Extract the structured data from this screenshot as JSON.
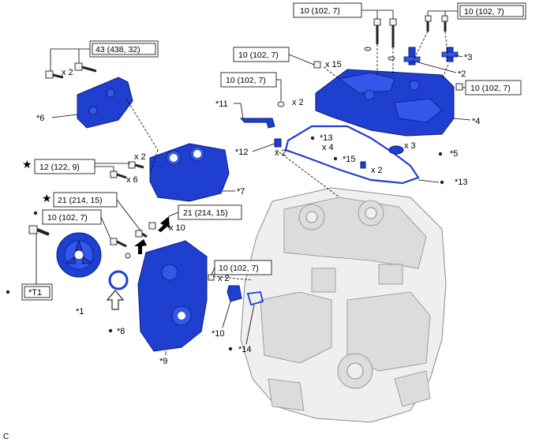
{
  "torque_specs": {
    "t1": "10 (102, 7)",
    "t2": "10 (102, 7)",
    "t3": "43 (438, 32)",
    "t4": "10 (102, 7)",
    "t5": "10 (102, 7)",
    "t6": "10 (102, 7)",
    "t7": "12 (122, 9)",
    "t8": "21 (214, 15)",
    "t9": "21 (214, 15)",
    "t10": "10 (102, 7)",
    "t11": "10 (102, 7)"
  },
  "part_labels": {
    "p1": "*1",
    "p2": "*2",
    "p3": "*3",
    "p4": "*4",
    "p5": "*5",
    "p6": "*6",
    "p7": "*7",
    "p8": "*8",
    "p9": "*9",
    "p10": "*10",
    "p11": "*11",
    "p12": "*12",
    "p13a": "*13",
    "p13b": "*13",
    "p14": "*14",
    "p15": "*15"
  },
  "quantities": {
    "q15": "x 15",
    "q2a": "x 2",
    "q2b": "x 2",
    "q2c": "x 2",
    "q6": "x 6",
    "q10": "x 10",
    "q2d": "x 2",
    "q3": "x 3",
    "q4": "x 4",
    "q2e": "x 2",
    "q2f": "x 2"
  },
  "tool_label": "*T1",
  "figure_code": "C",
  "symbols": {
    "star": "★"
  }
}
